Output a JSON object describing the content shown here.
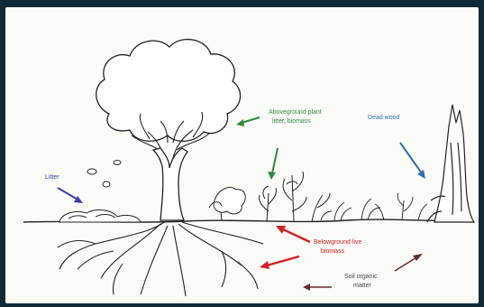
{
  "labels": {
    "litter": "Litter",
    "aboveground": [
      "Aboveground plant",
      "litter, biomass"
    ],
    "dead_wood": "Dead wood",
    "belowground": [
      "Belowground live",
      "biomass"
    ],
    "soil_organic": [
      "Soil organic",
      "matter"
    ]
  },
  "colors": {
    "background": "#0f2a36",
    "panel": "#fbfbf8",
    "litter_arrow": "#3b3bb0",
    "aboveground_arrow": "#2e8b3a",
    "dead_wood_arrow": "#2f6fb0",
    "belowground_arrow": "#d42020",
    "soil_arrow": "#6a2a2a"
  }
}
